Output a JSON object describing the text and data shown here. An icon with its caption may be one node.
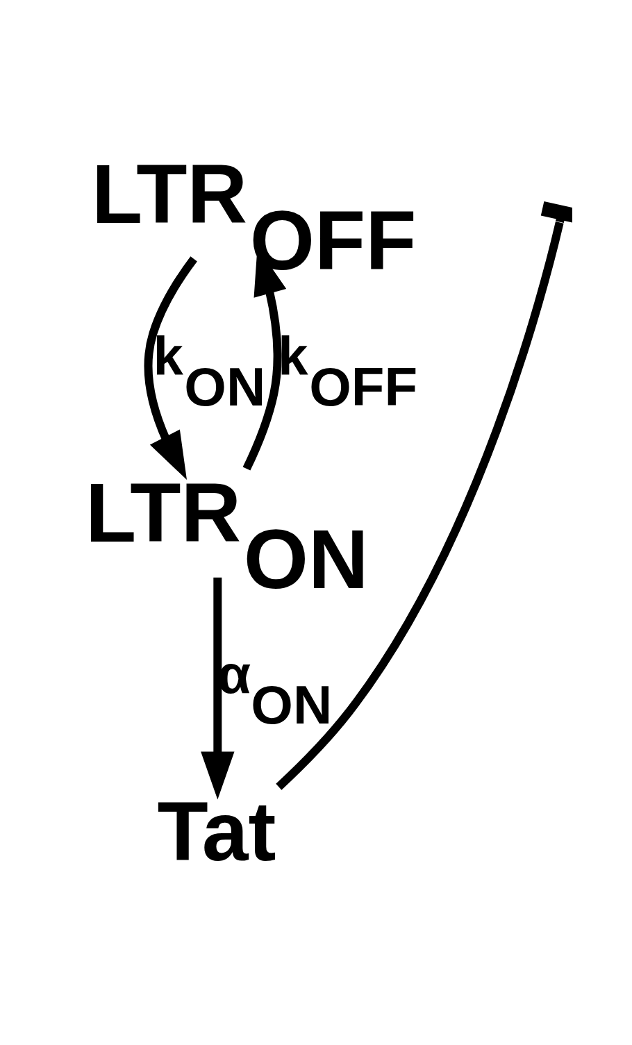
{
  "diagram": {
    "nodes": [
      {
        "text": [
          "LTR$_{OFF}$"
        ]
      },
      {
        "text": [
          "LTR$_{ON}$"
        ]
      },
      {
        "text": [
          "Tat"
        ]
      }
    ],
    "edges": [
      {
        "from": 0,
        "to": 1,
        "arrow": "to",
        "label": "k$_{ON}$"
      },
      {
        "from": 1,
        "to": 0,
        "arrow": "to",
        "label": "k$_{OFF}$"
      },
      {
        "from": 1,
        "to": 2,
        "arrow": "to",
        "label": "α$_{ON}$"
      },
      {
        "from": 2,
        "to": null,
        "arrow": "other"
      }
    ]
  }
}
